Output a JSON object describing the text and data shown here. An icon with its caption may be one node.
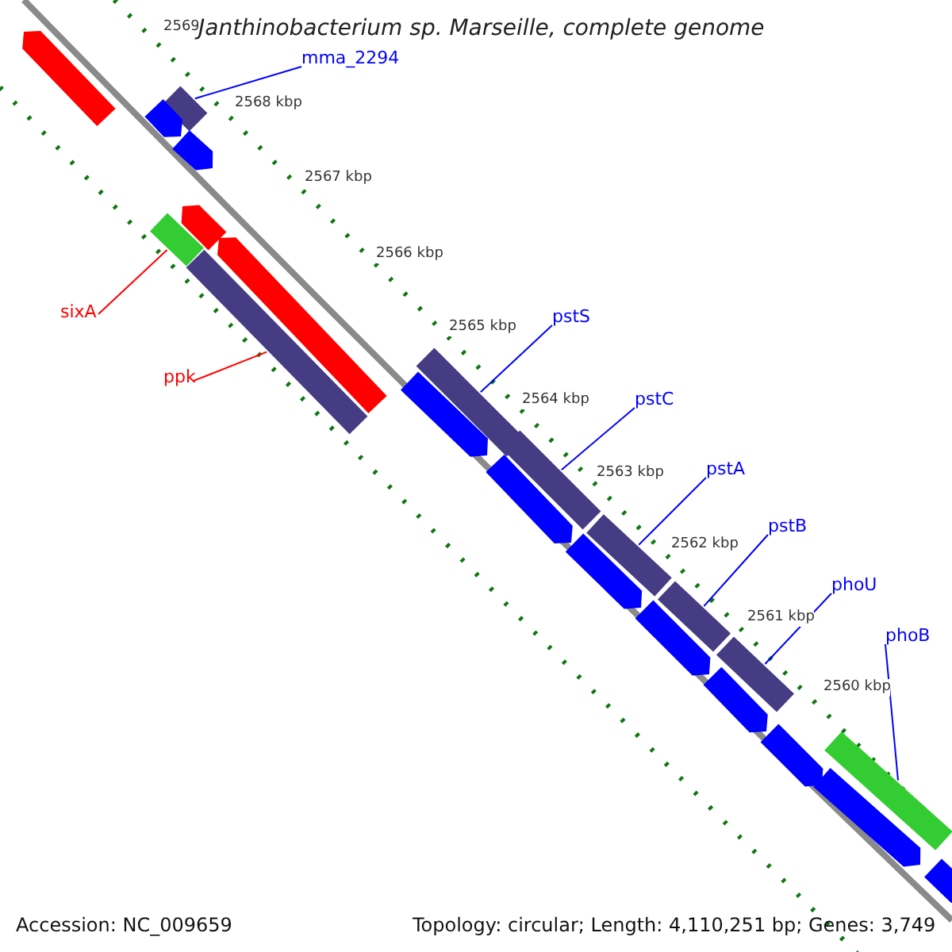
{
  "diagram": {
    "title": "Janthinobacterium sp. Marseille, complete genome",
    "nodes": [
      {
        "text": [
          "mma_2294"
        ]
      },
      {
        "text": [
          "sixA"
        ]
      },
      {
        "text": [
          "ppk"
        ]
      },
      {
        "text": [
          "pstS"
        ]
      },
      {
        "text": [
          "pstC"
        ]
      },
      {
        "text": [
          "pstA"
        ]
      },
      {
        "text": [
          "pstB"
        ]
      },
      {
        "text": [
          "phoU"
        ]
      },
      {
        "text": [
          "phoB"
        ]
      },
      {
        "text": [],
        "shape": "arrow"
      },
      {
        "text": [],
        "shape": "bar"
      },
      {
        "text": [],
        "shape": "arrow"
      },
      {
        "text": [],
        "shape": "arrow"
      },
      {
        "text": [],
        "shape": "arrow"
      },
      {
        "text": [],
        "shape": "bar"
      },
      {
        "text": [],
        "shape": "arrow"
      },
      {
        "text": [],
        "shape": "bar"
      },
      {
        "text": [],
        "shape": "bar"
      },
      {
        "text": [],
        "shape": "arrow"
      },
      {
        "text": [],
        "shape": "bar"
      },
      {
        "text": [],
        "shape": "arrow"
      },
      {
        "text": [],
        "shape": "bar"
      },
      {
        "text": [],
        "shape": "arrow"
      },
      {
        "text": [],
        "shape": "bar"
      },
      {
        "text": [],
        "shape": "arrow"
      },
      {
        "text": [],
        "shape": "bar"
      },
      {
        "text": [],
        "shape": "arrow"
      },
      {
        "text": [],
        "shape": "arrow"
      },
      {
        "text": [],
        "shape": "bar"
      },
      {
        "text": [],
        "shape": "arrow"
      },
      {
        "text": [],
        "shape": "arrow"
      }
    ],
    "edges": [
      {
        "from": 0,
        "to": 10,
        "arrow": "none"
      },
      {
        "from": 1,
        "to": 14,
        "arrow": "none",
        "color": "#ff0000"
      },
      {
        "from": 2,
        "to": 16,
        "arrow": "none",
        "color": "#ff0000"
      },
      {
        "from": 3,
        "to": 17,
        "arrow": "none"
      },
      {
        "from": 4,
        "to": 19,
        "arrow": "none"
      },
      {
        "from": 5,
        "to": 21,
        "arrow": "none"
      },
      {
        "from": 6,
        "to": 23,
        "arrow": "none"
      },
      {
        "from": 7,
        "to": 25,
        "arrow": "none"
      },
      {
        "from": 8,
        "to": 28,
        "arrow": "none"
      }
    ],
    "labels": [
      "2569",
      "2568 kbp",
      "2567 kbp",
      "2566 kbp",
      "2565 kbp",
      "2564 kbp",
      "2563 kbp",
      "2562 kbp",
      "2561 kbp",
      "2560 kbp",
      "Accession: NC_009659",
      "Topology: circular; Length: 4,110,251 bp; Genes: 3,749"
    ]
  }
}
